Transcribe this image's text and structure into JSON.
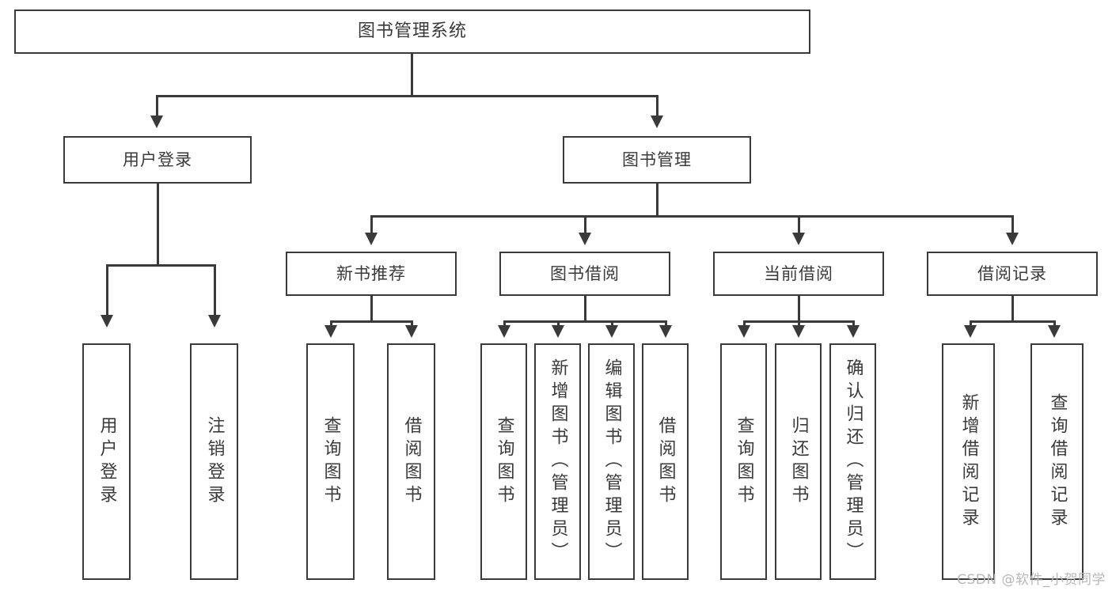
{
  "diagram": {
    "title": "图书管理系统",
    "type": "tree",
    "watermark": "CSDN @软件_小贺同学",
    "accent_color": "#3a3a3a",
    "background_color": "#ffffff",
    "watermark_color": "#b8b8b8"
  },
  "nodes": {
    "root": {
      "label": "图书管理系统"
    },
    "level1": [
      {
        "label": "用户登录"
      },
      {
        "label": "图书管理"
      }
    ],
    "level2": [
      {
        "label": "新书推荐"
      },
      {
        "label": "图书借阅"
      },
      {
        "label": "当前借阅"
      },
      {
        "label": "借阅记录"
      }
    ],
    "leaves": {
      "user_login": [
        {
          "label": "用户登录"
        },
        {
          "label": "注销登录"
        }
      ],
      "new_book": [
        {
          "label": "查询图书"
        },
        {
          "label": "借阅图书"
        }
      ],
      "book_borrow": [
        {
          "label": "查询图书"
        },
        {
          "label": "新增图书（管理员）"
        },
        {
          "label": "编辑图书（管理员）"
        },
        {
          "label": "借阅图书"
        }
      ],
      "current_borrow": [
        {
          "label": "查询图书"
        },
        {
          "label": "归还图书"
        },
        {
          "label": "确认归还（管理员）"
        }
      ],
      "borrow_record": [
        {
          "label": "新增借阅记录"
        },
        {
          "label": "查询借阅记录"
        }
      ]
    }
  },
  "chart_data": {
    "type": "table",
    "title": "图书管理系统 功能结构图",
    "hierarchy": [
      {
        "name": "图书管理系统",
        "level": 0,
        "children": [
          {
            "name": "用户登录",
            "level": 1,
            "children": [
              {
                "name": "用户登录",
                "level": 2,
                "children": []
              },
              {
                "name": "注销登录",
                "level": 2,
                "children": []
              }
            ]
          },
          {
            "name": "图书管理",
            "level": 1,
            "children": [
              {
                "name": "新书推荐",
                "level": 2,
                "children": [
                  {
                    "name": "查询图书",
                    "level": 3,
                    "children": []
                  },
                  {
                    "name": "借阅图书",
                    "level": 3,
                    "children": []
                  }
                ]
              },
              {
                "name": "图书借阅",
                "level": 2,
                "children": [
                  {
                    "name": "查询图书",
                    "level": 3,
                    "children": []
                  },
                  {
                    "name": "新增图书（管理员）",
                    "level": 3,
                    "children": []
                  },
                  {
                    "name": "编辑图书（管理员）",
                    "level": 3,
                    "children": []
                  },
                  {
                    "name": "借阅图书",
                    "level": 3,
                    "children": []
                  }
                ]
              },
              {
                "name": "当前借阅",
                "level": 2,
                "children": [
                  {
                    "name": "查询图书",
                    "level": 3,
                    "children": []
                  },
                  {
                    "name": "归还图书",
                    "level": 3,
                    "children": []
                  },
                  {
                    "name": "确认归还（管理员）",
                    "level": 3,
                    "children": []
                  }
                ]
              },
              {
                "name": "借阅记录",
                "level": 2,
                "children": [
                  {
                    "name": "新增借阅记录",
                    "level": 3,
                    "children": []
                  },
                  {
                    "name": "查询借阅记录",
                    "level": 3,
                    "children": []
                  }
                ]
              }
            ]
          }
        ]
      }
    ]
  }
}
